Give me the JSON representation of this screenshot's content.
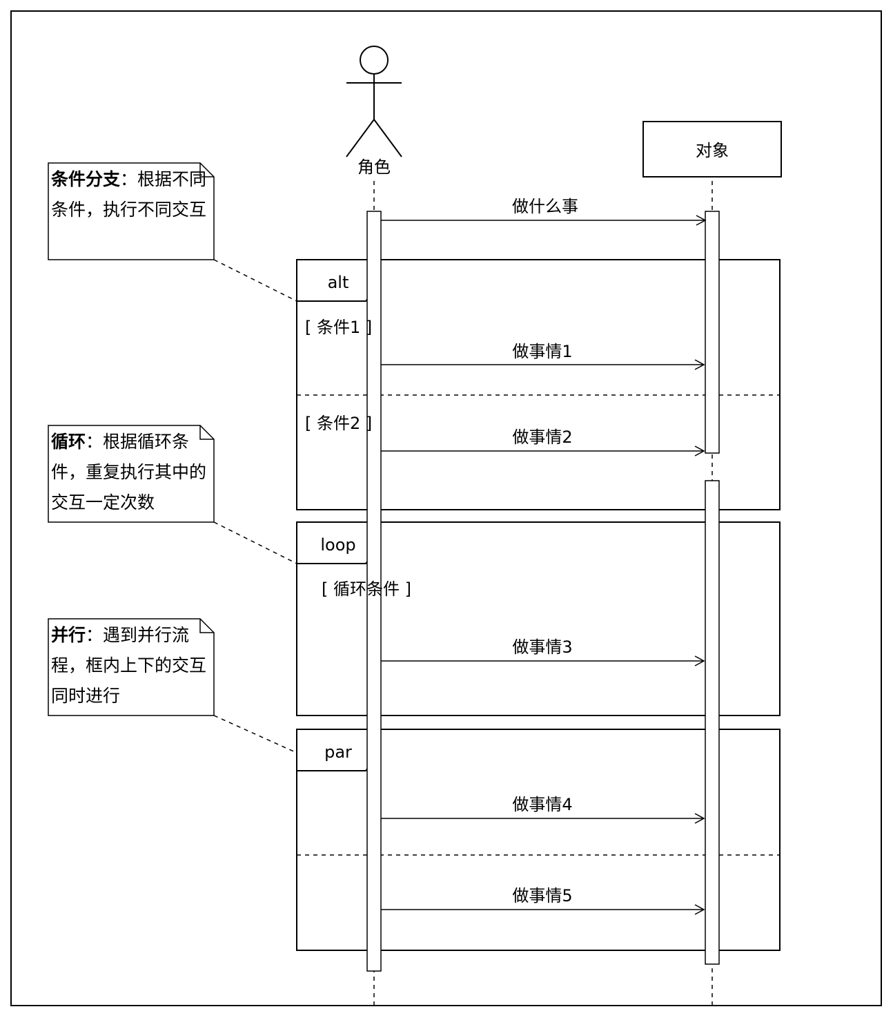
{
  "actor": {
    "label": "角色"
  },
  "object": {
    "label": "对象"
  },
  "messages": [
    {
      "label": "做什么事"
    },
    {
      "label": "做事情1"
    },
    {
      "label": "做事情2"
    },
    {
      "label": "做事情3"
    },
    {
      "label": "做事情4"
    },
    {
      "label": "做事情5"
    }
  ],
  "fragments": {
    "alt": {
      "tag": "alt",
      "guard1": "[ 条件1 ]",
      "guard2": "[ 条件2 ]"
    },
    "loop": {
      "tag": "loop",
      "guard": "[ 循环条件 ]"
    },
    "par": {
      "tag": "par"
    }
  },
  "notes": {
    "alt": {
      "title": "条件分支",
      "sep": "：",
      "body": "根据不同条件，执行不同交互"
    },
    "loop": {
      "title": "循环",
      "sep": "：",
      "body": "根据循环条件，重复执行其中的交互一定次数"
    },
    "par": {
      "title": "并行",
      "sep": "：",
      "body": "遇到并行流程，框内上下的交互同时进行"
    }
  }
}
